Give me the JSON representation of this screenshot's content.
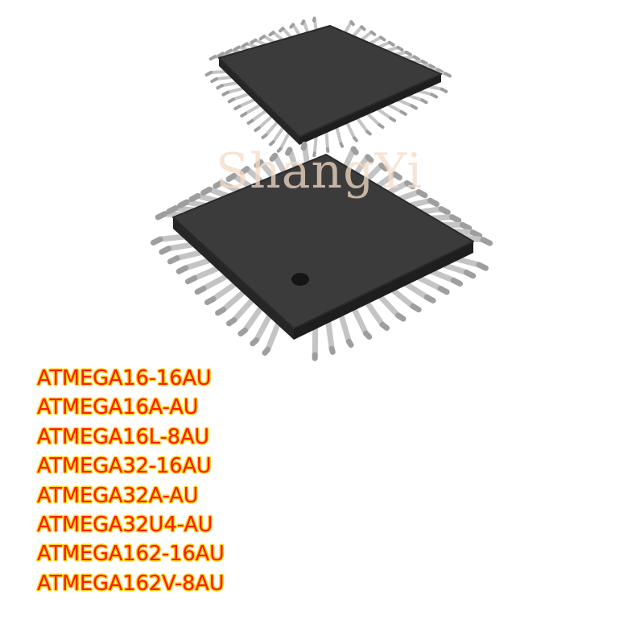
{
  "watermark": "ShangYi",
  "parts": [
    "ATMEGA16-16AU",
    "ATMEGA16A-AU",
    "ATMEGA16L-8AU",
    "ATMEGA32-16AU",
    "ATMEGA32A-AU",
    "ATMEGA32U4-AU",
    "ATMEGA162-16AU",
    "ATMEGA162V-8AU"
  ],
  "colors": {
    "text": "#ff1a05",
    "outline": "#ffd21a",
    "chip_body": "#3b3b3b",
    "pins": "#c4c4c4"
  }
}
